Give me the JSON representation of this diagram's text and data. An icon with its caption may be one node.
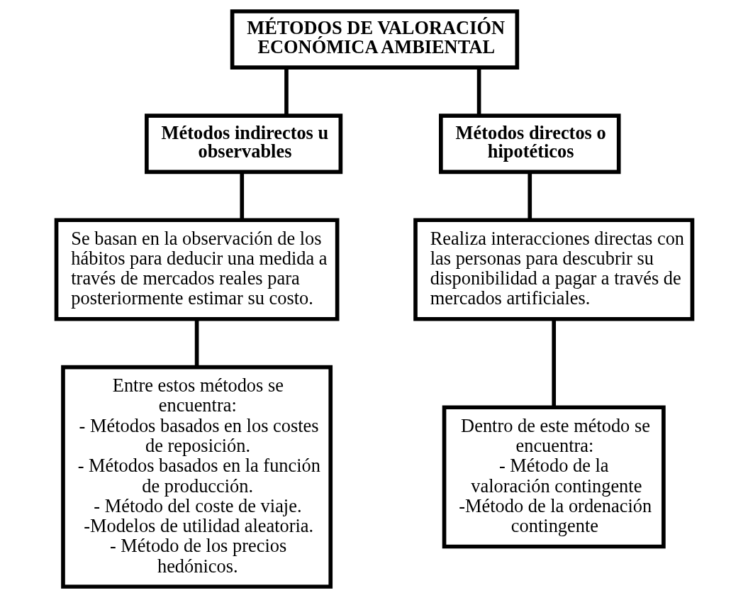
{
  "diagram": {
    "nodes": [
      {
        "text": [
          "MÉTODOS DE VALORACIÓN ECONÓMICA AMBIENTAL"
        ]
      },
      {
        "text": [
          "Métodos indirectos u observables"
        ]
      },
      {
        "text": [
          "Métodos directos o hipotéticos"
        ]
      },
      {
        "text": [
          "Se basan en la observación de los hábitos para deducir una medida a través de mercados reales para posteriormente estimar su costo."
        ]
      },
      {
        "text": [
          "Entre estos métodos se encuentra:",
          "- Métodos basados en los costes de reposición.",
          "- Métodos basados en la función de producción.",
          "- Método del coste de viaje.",
          "-Modelos de utilidad aleatoria.",
          "- Método de los precios hedónicos."
        ]
      },
      {
        "text": [
          "Realiza interacciones directas con las personas para descubrir su disponibilidad a pagar a través de mercados artificiales."
        ]
      },
      {
        "text": [
          "Dentro de este método se encuentra:",
          "- Método de la valoración contingente",
          "-Método de la ordenación contingente"
        ]
      }
    ],
    "edges": [
      {
        "from": 0,
        "to": 1,
        "arrow": "none"
      },
      {
        "from": 0,
        "to": 2,
        "arrow": "none"
      },
      {
        "from": 1,
        "to": 3,
        "arrow": "none"
      },
      {
        "from": 3,
        "to": 4,
        "arrow": "none"
      },
      {
        "from": 2,
        "to": 5,
        "arrow": "none"
      },
      {
        "from": 5,
        "to": 6,
        "arrow": "none"
      }
    ]
  }
}
